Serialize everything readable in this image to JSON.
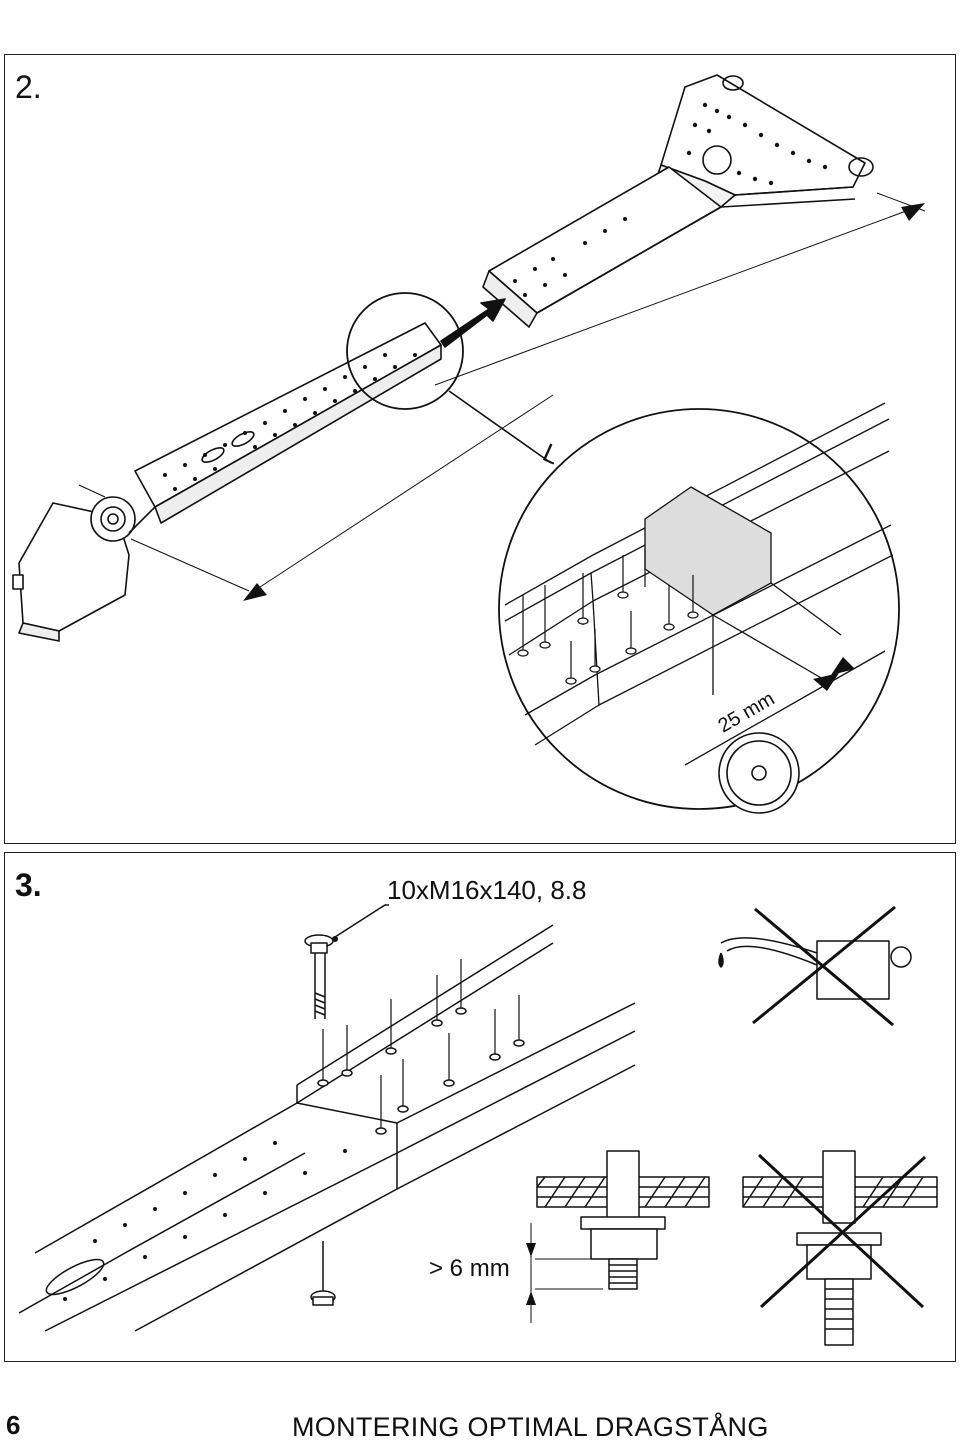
{
  "step2": {
    "label": "2.",
    "dimension_L": "L",
    "cut_dimension": "25 mm"
  },
  "step3": {
    "label": "3.",
    "bolt_spec": "10xM16x140, 8.8",
    "thread_length": "> 6 mm"
  },
  "footer": {
    "page_number": "6",
    "title": "MONTERING OPTIMAL DRAGSTÅNG"
  }
}
